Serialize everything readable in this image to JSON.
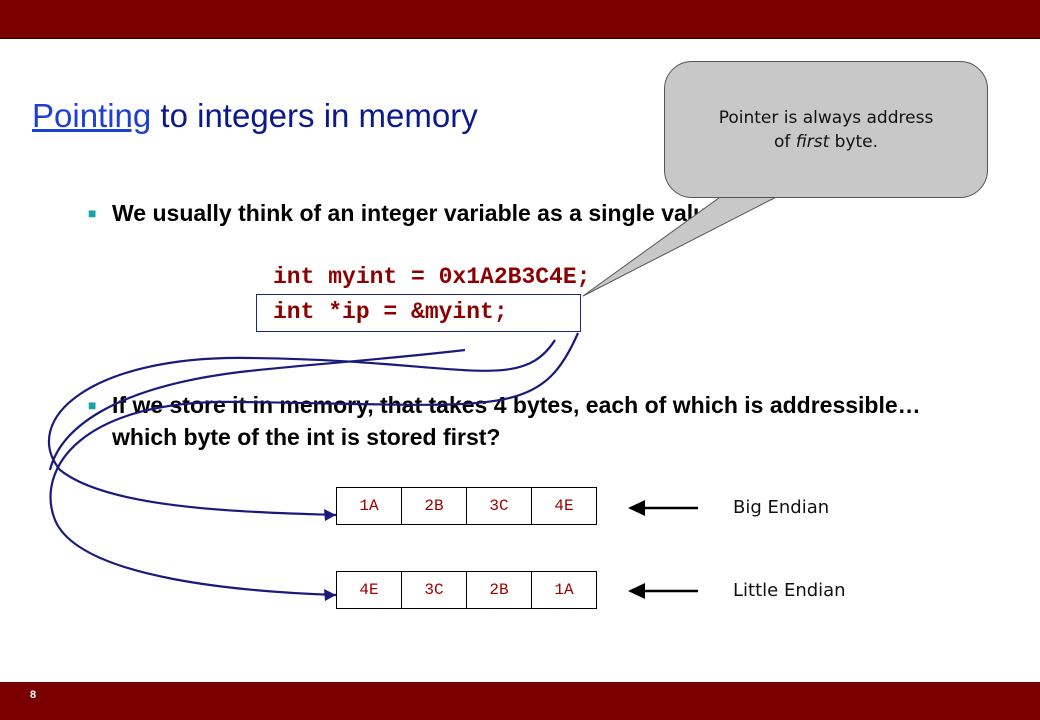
{
  "slide": {
    "page_number": "8",
    "title_link": "Pointing",
    "title_rest": " to integers in memory"
  },
  "bullets": [
    "We usually think of an integer variable as a single value:",
    "If we store it in memory, that takes 4 bytes, each of which is addressible…which byte of the int is stored first?"
  ],
  "code": {
    "line1": "int myint = 0x1A2B3C4E;",
    "line2": "int *ip = &myint;"
  },
  "callout": {
    "line1": "Pointer is always address",
    "line2_prefix": "of ",
    "line2_emph": "first",
    "line2_suffix": " byte."
  },
  "memory": {
    "big_endian": {
      "label": "Big Endian",
      "bytes": [
        "1A",
        "2B",
        "3C",
        "4E"
      ]
    },
    "little_endian": {
      "label": "Little Endian",
      "bytes": [
        "4E",
        "3C",
        "2B",
        "1A"
      ]
    }
  },
  "colors": {
    "bar": "#7a0000",
    "title": "#0b1a8a",
    "code": "#8b0000",
    "arrow": "#1a1a7a"
  }
}
